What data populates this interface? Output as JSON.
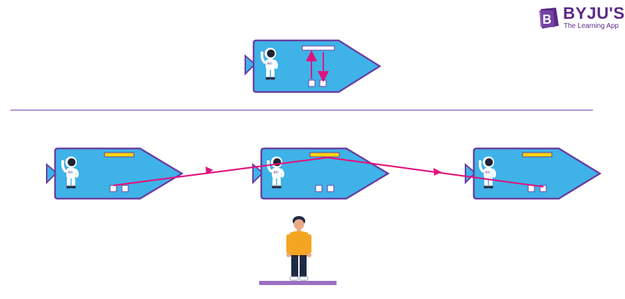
{
  "brand": {
    "name": "BYJU'S",
    "tagline": "The Learning App",
    "mark_letter": "B"
  },
  "colors": {
    "ship_fill": "#3fb2e8",
    "ship_outline": "#6a3ea1",
    "light_path": "#e0137d",
    "divider": "#9a6fc4",
    "ground": "#9a6fc4",
    "brand": "#5b2a86",
    "display_top": "#ffffff",
    "display_bottom": "#ffd60a",
    "observer_shirt": "#f4a623",
    "observer_pants": "#1f2a44"
  },
  "icons": [
    "spaceship-icon",
    "astronaut-icon",
    "light-clock-icon",
    "observer-person-icon"
  ]
}
